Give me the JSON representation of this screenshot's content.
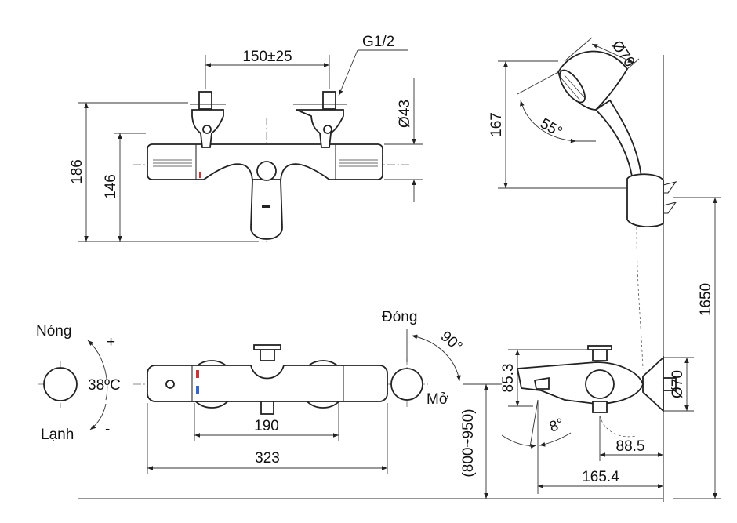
{
  "dimensions": {
    "spacing": "150±25",
    "thread": "G1/2",
    "outlet_diameter": "Ø43",
    "total_height": "186",
    "body_height": "146",
    "handshower_diameter": "Ø70",
    "handshower_height": "167",
    "handshower_angle": "55°",
    "install_height": "1650",
    "handle_rotation": "90°",
    "outlet_height": "85.3",
    "wall_flange_diameter": "Ø70",
    "spout_tilt": "8°",
    "mount_height": "(800~950)",
    "spout_reach_1": "88.5",
    "spout_reach_2": "165.4",
    "inlet_spacing": "190",
    "overall_width": "323"
  },
  "labels": {
    "hot": "Nóng",
    "cold": "Lạnh",
    "plus": "+",
    "minus": "-",
    "temperature": "38ºC",
    "close": "Đóng",
    "open": "Mở"
  }
}
